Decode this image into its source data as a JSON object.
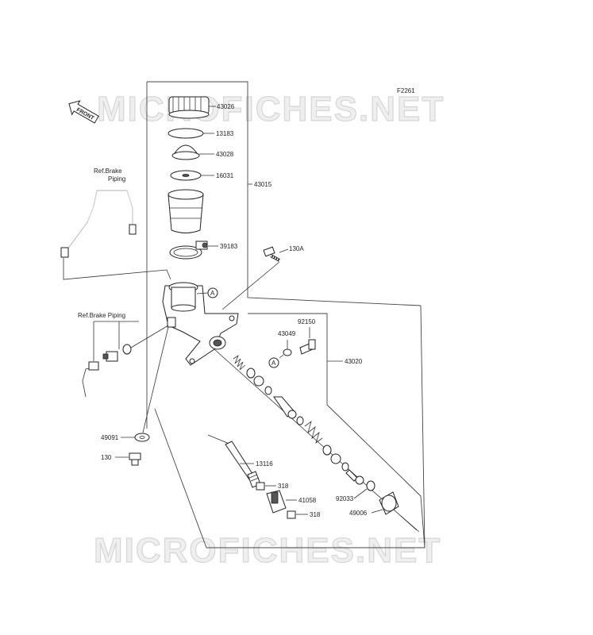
{
  "diagram": {
    "figure_code": "F2261",
    "front_badge": "FRONT",
    "watermark": "MICROFICHES.NET",
    "callout_symbol": "A",
    "ref_labels": {
      "upper_line1": "Ref.Brake",
      "upper_line2": "Piping",
      "lower": "Ref.Brake Piping"
    },
    "parts": [
      "43026",
      "13183",
      "43028",
      "16031",
      "43015",
      "39183",
      "130A",
      "92150",
      "43049",
      "43020",
      "49091",
      "130",
      "13116",
      "318",
      "41058",
      "318",
      "92033",
      "49006"
    ]
  }
}
